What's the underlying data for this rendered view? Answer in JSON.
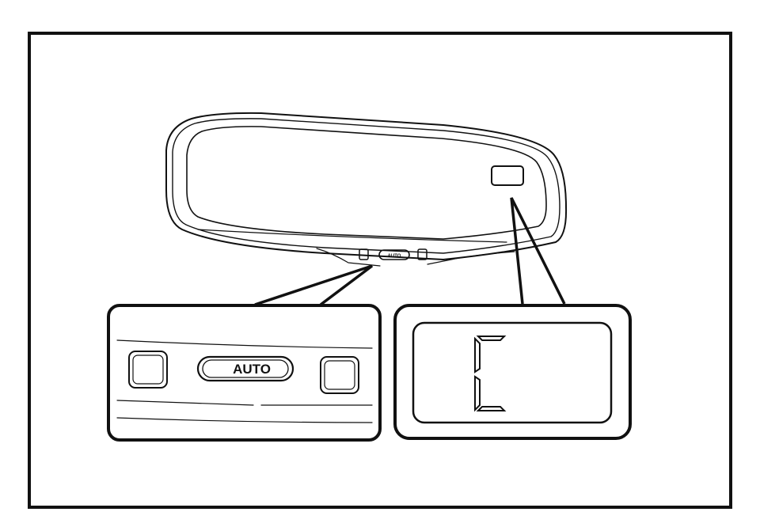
{
  "diagram": {
    "auto_button_label": "AUTO",
    "mirror_button_label": "AUTO",
    "indicator_display": "C",
    "colors": {
      "stroke": "#111111",
      "background": "#ffffff"
    }
  }
}
